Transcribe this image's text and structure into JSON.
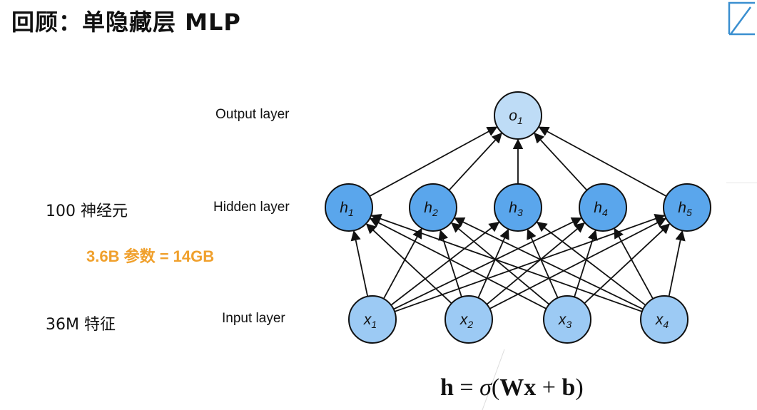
{
  "title": "回顾：单隐藏层 MLP",
  "layer_labels": {
    "output": "Output layer",
    "hidden": "Hidden layer",
    "input": "Input layer"
  },
  "side_notes": {
    "neurons": "100 神经元",
    "params": "3.6B 参数 = 14GB",
    "features": "36M 特征"
  },
  "nodes": {
    "output": [
      {
        "base": "o",
        "sub": "1"
      }
    ],
    "hidden": [
      {
        "base": "h",
        "sub": "1"
      },
      {
        "base": "h",
        "sub": "2"
      },
      {
        "base": "h",
        "sub": "3"
      },
      {
        "base": "h",
        "sub": "4"
      },
      {
        "base": "h",
        "sub": "5"
      }
    ],
    "input": [
      {
        "base": "x",
        "sub": "1"
      },
      {
        "base": "x",
        "sub": "2"
      },
      {
        "base": "x",
        "sub": "3"
      },
      {
        "base": "x",
        "sub": "4"
      }
    ]
  },
  "formula": {
    "lhs": "h",
    "eq": "=",
    "sigma": "σ",
    "open": "(",
    "W": "W",
    "x": "x",
    "plus": "+",
    "b": "b",
    "close": ")"
  },
  "colors": {
    "output_fill": "#bedcf6",
    "hidden_fill": "#5aa6ec",
    "input_fill": "#9ccaf4",
    "node_stroke": "#111111",
    "params_text": "#f0a02c"
  }
}
